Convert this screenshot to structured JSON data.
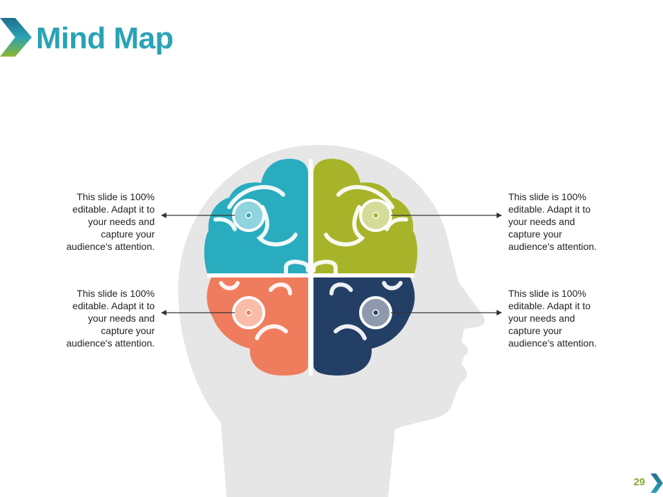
{
  "slide": {
    "title": "Mind Map",
    "page_number": "29"
  },
  "colors": {
    "title": "#2aa3b6",
    "top_left_lobe": "#2aacbf",
    "top_right_lobe": "#a7b42a",
    "bottom_left_lobe": "#f07c5e",
    "bottom_right_lobe": "#243f66",
    "head_silhouette": "#e6e6e6",
    "page_number": "#8aa82a"
  },
  "callouts": {
    "top_left": "This slide is 100% editable. Adapt it to your needs and capture your audience's attention.",
    "top_right": "This slide is 100% editable. Adapt it to your needs and capture your audience's attention.",
    "bottom_left": "This slide is 100% editable. Adapt it to your needs and capture your audience's attention.",
    "bottom_right": "This slide is 100% editable. Adapt it to your needs and capture your audience's attention."
  }
}
